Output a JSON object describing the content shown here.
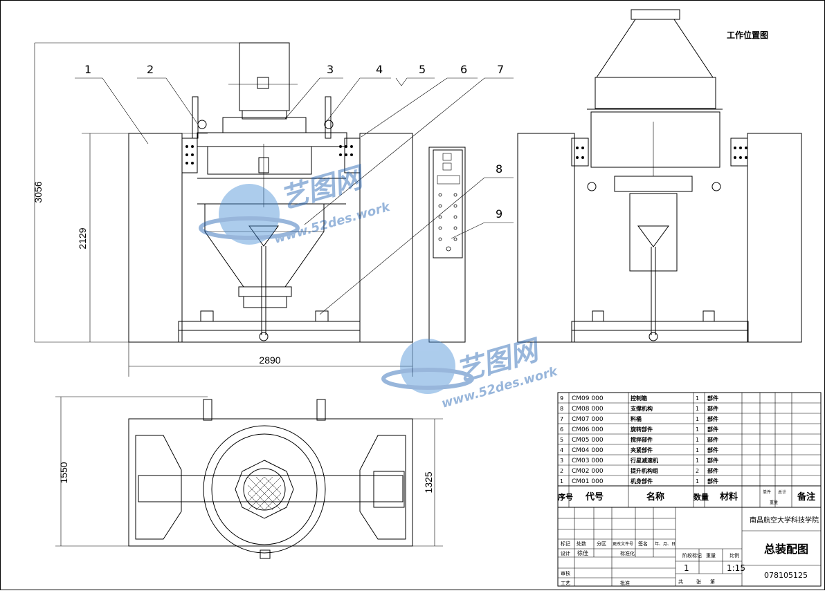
{
  "view_title": "工作位置图",
  "balloons": [
    "1",
    "2",
    "3",
    "4",
    "5",
    "6",
    "7",
    "8",
    "9"
  ],
  "dimensions": {
    "overall_height": "3056",
    "frame_height": "2129",
    "overall_width": "2890",
    "base_depth": "1550",
    "frame_depth": "1325"
  },
  "watermark": {
    "brand": "艺图网",
    "url": "www.52des.work"
  },
  "bom": {
    "rows": [
      {
        "no": "9",
        "code": "CM09 000",
        "name": "控制箱",
        "qty": "1",
        "material": "部件"
      },
      {
        "no": "8",
        "code": "CM08 000",
        "name": "支撑机构",
        "qty": "1",
        "material": "部件"
      },
      {
        "no": "7",
        "code": "CM07 000",
        "name": "料桶",
        "qty": "1",
        "material": "部件"
      },
      {
        "no": "6",
        "code": "CM06 000",
        "name": "旋转部件",
        "qty": "1",
        "material": "部件"
      },
      {
        "no": "5",
        "code": "CM05 000",
        "name": "搅拌部件",
        "qty": "1",
        "material": "部件"
      },
      {
        "no": "4",
        "code": "CM04 000",
        "name": "夹紧部件",
        "qty": "1",
        "material": "部件"
      },
      {
        "no": "3",
        "code": "CM03 000",
        "name": "行星减速机",
        "qty": "1",
        "material": "部件"
      },
      {
        "no": "2",
        "code": "CM02 000",
        "name": "提升机构组",
        "qty": "2",
        "material": "部件"
      },
      {
        "no": "1",
        "code": "CM01 000",
        "name": "机身部件",
        "qty": "1",
        "material": "部件"
      }
    ],
    "header": {
      "no": "序号",
      "code": "代号",
      "name": "名称",
      "qty": "数量",
      "material": "材料",
      "unit": "单件",
      "total": "总计",
      "weight": "重量",
      "remark": "备注"
    }
  },
  "title_block": {
    "school": "南昌航空大学科技学院",
    "drawing_title": "总装配图",
    "drawing_number": "078105125",
    "quantity": "1",
    "scale": "1:15",
    "labels": {
      "mark": "标记",
      "count": "处数",
      "zone": "分区",
      "change_doc": "更改文件号",
      "sign": "签名",
      "date": "年、月、日",
      "design": "设计",
      "standard": "标准化",
      "stage": "阶段标记",
      "weight": "重量",
      "scale": "比例",
      "review": "审核",
      "process": "工艺",
      "approve": "批准",
      "sheet_total": "共",
      "sheet": "张",
      "sheet_no": "第",
      "designer": "徐佳"
    }
  }
}
